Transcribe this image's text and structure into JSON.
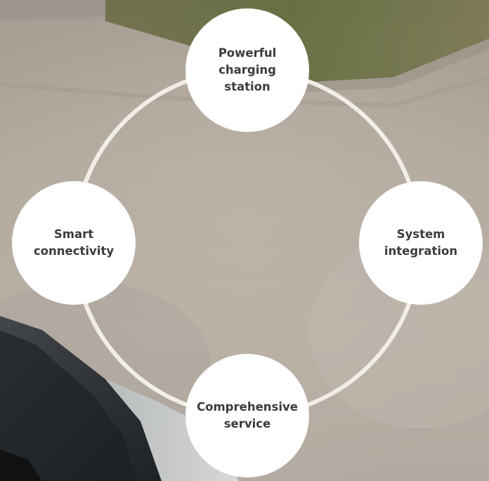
{
  "diagram": {
    "type": "cycle",
    "ring_color": "#f1ede8",
    "node_color": "#ffffff",
    "text_color": "#3c3c3c",
    "nodes": [
      {
        "id": "top",
        "label": "Powerful\ncharging\nstation"
      },
      {
        "id": "right",
        "label": "System\nintegration"
      },
      {
        "id": "bottom",
        "label": "Comprehensive\nservice"
      },
      {
        "id": "left",
        "label": "Smart\nconnectivity"
      }
    ]
  }
}
